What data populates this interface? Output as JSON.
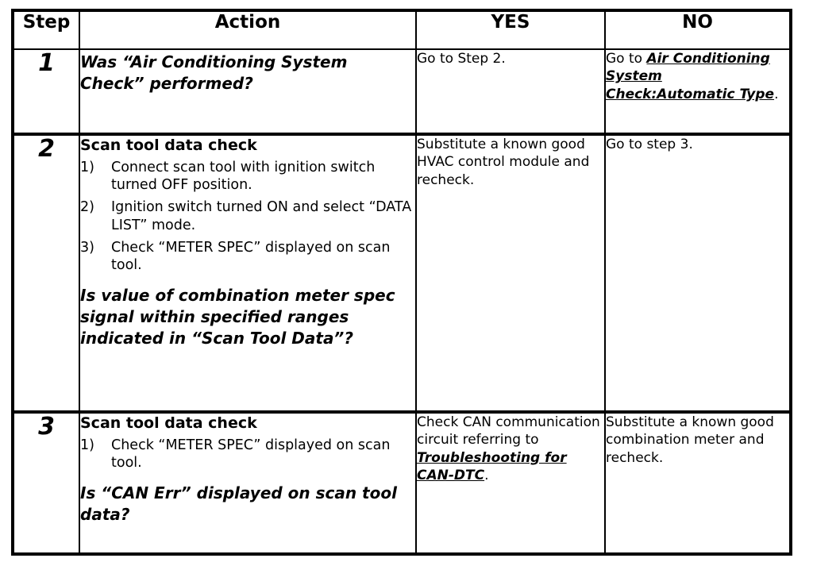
{
  "table": {
    "headers": {
      "step": "Step",
      "action": "Action",
      "yes": "YES",
      "no": "NO"
    },
    "rows": [
      {
        "step": "1",
        "action": {
          "title": "",
          "list": [],
          "question": "Was “Air Conditioning System Check” performed?"
        },
        "yes": "Go to Step 2.",
        "no_prefix": "Go to ",
        "no_ref": "Air Conditioning System Check:Automatic Type",
        "no_suffix": "."
      },
      {
        "step": "2",
        "action": {
          "title": "Scan tool data check",
          "list": [
            {
              "num": "1)",
              "text": "Connect scan tool with ignition switch turned OFF position."
            },
            {
              "num": "2)",
              "text": "Ignition switch turned ON and select “DATA LIST” mode."
            },
            {
              "num": "3)",
              "text": "Check “METER SPEC” displayed on scan tool."
            }
          ],
          "question": "Is value of combination meter spec signal within specified ranges indicated in “Scan Tool Data”?"
        },
        "yes": "Substitute a known good HVAC control module and recheck.",
        "no_prefix": "Go to step 3.",
        "no_ref": "",
        "no_suffix": ""
      },
      {
        "step": "3",
        "action": {
          "title": "Scan tool data check",
          "list": [
            {
              "num": "1)",
              "text": "Check “METER SPEC” displayed on scan tool."
            }
          ],
          "question": "Is “CAN Err” displayed on scan tool data?"
        },
        "yes_prefix": "Check CAN communication circuit referring to ",
        "yes_ref": "Troubleshooting for CAN-DTC",
        "yes_suffix": ".",
        "no_prefix": "Substitute a known good combination meter and recheck.",
        "no_ref": "",
        "no_suffix": ""
      }
    ]
  },
  "colors": {
    "border": "#000000",
    "text": "#000000",
    "background": "#ffffff"
  }
}
